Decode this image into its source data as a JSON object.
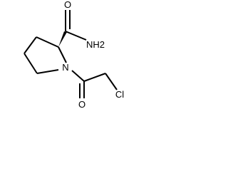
{
  "molecule": {
    "atoms": {
      "carbonyl_o_top": "O",
      "amide_nh2": "NH2",
      "ring_n": "N",
      "acyl_o_bottom": "O",
      "chlorine": "Cl"
    },
    "stereo": {
      "alpha_carbon_to_amide": "wedge"
    }
  }
}
